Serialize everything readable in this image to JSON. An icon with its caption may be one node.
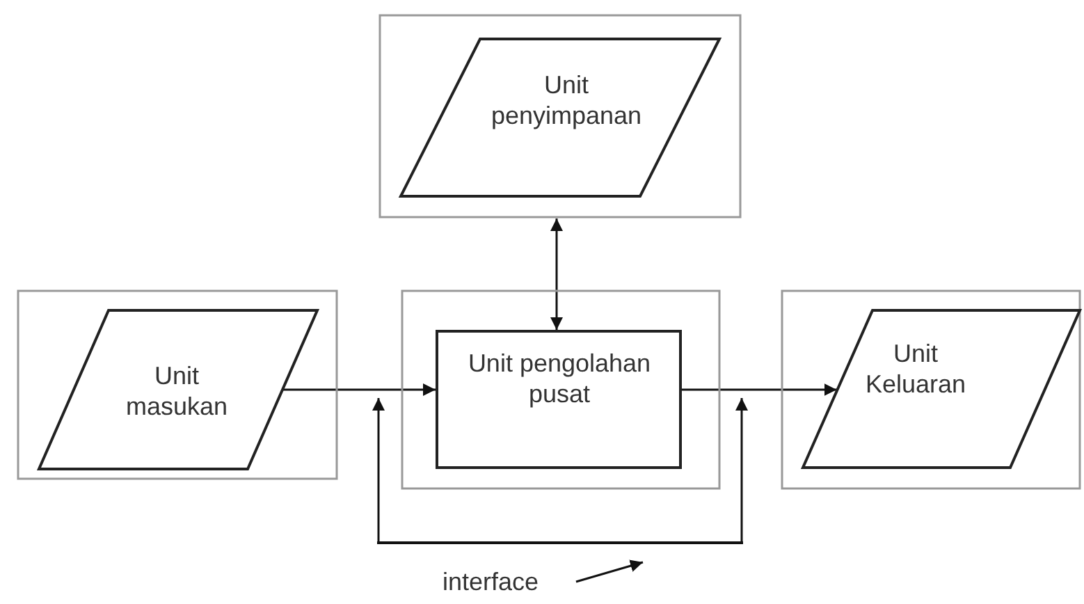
{
  "diagram": {
    "nodes": [
      {
        "text": [],
        "shape": "box"
      },
      {
        "text": [
          "Unit penyimpanan"
        ],
        "in": 0
      },
      {
        "text": [],
        "shape": "box"
      },
      {
        "text": [
          "Unit masukan"
        ],
        "in": 2
      },
      {
        "text": [],
        "shape": "box"
      },
      {
        "text": [
          "Unit pengolahan pusat"
        ],
        "in": 4
      },
      {
        "text": [],
        "shape": "box"
      },
      {
        "text": [
          "Unit Keluaran"
        ],
        "in": 6
      },
      {
        "text": [
          "interface"
        ]
      },
      {
        "text": [],
        "shape": "bar"
      }
    ],
    "edges": [
      {
        "from": 5,
        "to": 0,
        "arrow": "both"
      },
      {
        "from": 3,
        "to": 5,
        "arrow": "to"
      },
      {
        "from": 5,
        "to": 7,
        "arrow": "to"
      },
      {
        "from": 9,
        "to": 4,
        "arrow": "to"
      },
      {
        "from": 9,
        "to": 4,
        "arrow": "to"
      },
      {
        "from": 8,
        "to": 9,
        "arrow": "to"
      }
    ]
  }
}
